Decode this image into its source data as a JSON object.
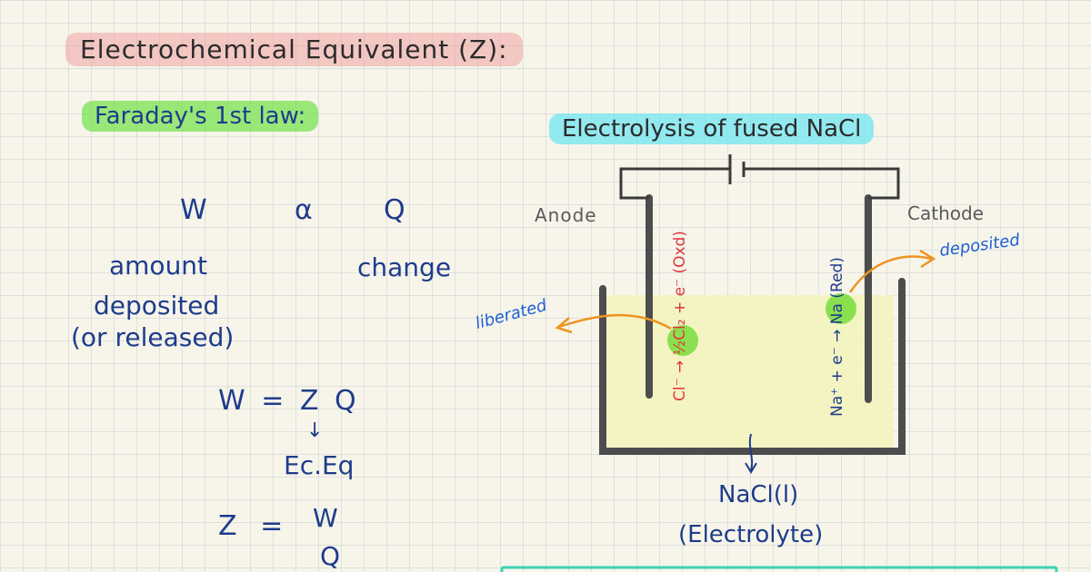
{
  "heading": "Electrochemical Equivalent (Z):",
  "subheading": "Faraday's 1st law:",
  "proportionality": {
    "w": "W",
    "symbol": "α",
    "q": "Q"
  },
  "labels": {
    "amount": "amount",
    "deposited": "deposited",
    "released": "(or released)",
    "charge": "change"
  },
  "equation": {
    "main": "W = Z Q",
    "arrow": "↓",
    "ec": "Ec.Eq",
    "z_lhs": "Z =",
    "num": "W",
    "den": "Q"
  },
  "diagram": {
    "title": "Electrolysis of fused NaCl",
    "anode": "Anode",
    "cathode": "Cathode",
    "anode_reaction": "Cl⁻ → ½Cl₂ + e⁻ (Oxd)",
    "cathode_reaction": "Na⁺ + e⁻ → Na (Red)",
    "liberated": "liberated",
    "deposited": "deposited",
    "electrolyte_formula": "NaCl(l)",
    "electrolyte_label": "(Electrolyte)"
  },
  "colors": {
    "ink_blue": "#1e3c8c",
    "ink_red": "#e0363b",
    "annotation_blue": "#1e5fd6",
    "arrow_orange": "#ee9322",
    "electrolyte_fill": "#f3f3c0",
    "apparatus": "#4d4d4d"
  }
}
